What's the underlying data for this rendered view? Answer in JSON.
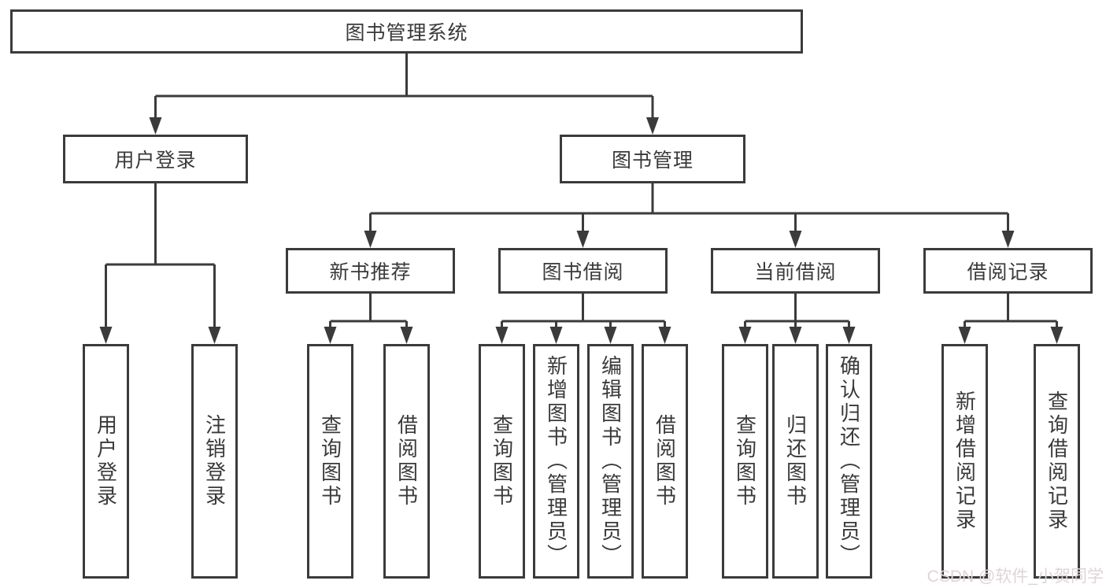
{
  "tree": {
    "root": "图书管理系统",
    "branches": [
      {
        "label": "用户登录",
        "children": [
          "用户登录",
          "注销登录"
        ]
      },
      {
        "label": "图书管理",
        "children": [
          {
            "label": "新书推荐",
            "children": [
              "查询图书",
              "借阅图书"
            ]
          },
          {
            "label": "图书借阅",
            "children": [
              "查询图书",
              "新增图书（管理员）",
              "编辑图书（管理员）",
              "借阅图书"
            ]
          },
          {
            "label": "当前借阅",
            "children": [
              "查询图书",
              "归还图书",
              "确认归还（管理员）"
            ]
          },
          {
            "label": "借阅记录",
            "children": [
              "新增借阅记录",
              "查询借阅记录"
            ]
          }
        ]
      }
    ]
  },
  "watermark": "CSDN @软件_小贺同学",
  "colors": {
    "line": "#3b3b3b",
    "text": "#3a3a3a",
    "background": "#ffffff",
    "watermark_text": "#ded3d9"
  }
}
